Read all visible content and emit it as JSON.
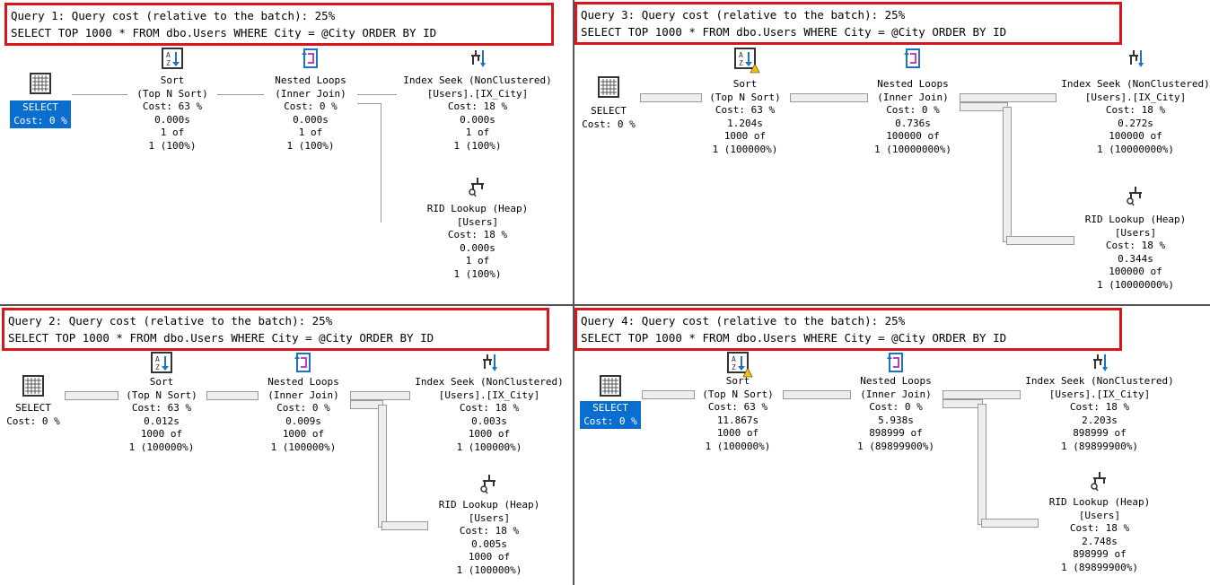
{
  "plans": [
    {
      "header": "Query 1: Query cost (relative to the batch): 25%",
      "sql": "SELECT TOP 1000 * FROM dbo.Users WHERE City = @City ORDER BY ID",
      "select_highlighted": true,
      "warning": false,
      "nodes": {
        "select": [
          "SELECT",
          "Cost: 0 %"
        ],
        "sort": [
          "Sort",
          "(Top N Sort)",
          "Cost: 63 %",
          "0.000s",
          "1 of",
          "1 (100%)"
        ],
        "nested": [
          "Nested Loops",
          "(Inner Join)",
          "Cost: 0 %",
          "0.000s",
          "1 of",
          "1 (100%)"
        ],
        "seek": [
          "Index Seek (NonClustered)",
          "[Users].[IX_City]",
          "Cost: 18 %",
          "0.000s",
          "1 of",
          "1 (100%)"
        ],
        "rid": [
          "RID Lookup (Heap)",
          "[Users]",
          "Cost: 18 %",
          "0.000s",
          "1 of",
          "1 (100%)"
        ]
      }
    },
    {
      "header": "Query 2: Query cost (relative to the batch): 25%",
      "sql": "SELECT TOP 1000 * FROM dbo.Users WHERE City = @City ORDER BY ID",
      "select_highlighted": false,
      "warning": false,
      "nodes": {
        "select": [
          "SELECT",
          "Cost: 0 %"
        ],
        "sort": [
          "Sort",
          "(Top N Sort)",
          "Cost: 63 %",
          "0.012s",
          "1000 of",
          "1 (100000%)"
        ],
        "nested": [
          "Nested Loops",
          "(Inner Join)",
          "Cost: 0 %",
          "0.009s",
          "1000 of",
          "1 (100000%)"
        ],
        "seek": [
          "Index Seek (NonClustered)",
          "[Users].[IX_City]",
          "Cost: 18 %",
          "0.003s",
          "1000 of",
          "1 (100000%)"
        ],
        "rid": [
          "RID Lookup (Heap)",
          "[Users]",
          "Cost: 18 %",
          "0.005s",
          "1000 of",
          "1 (100000%)"
        ]
      }
    },
    {
      "header": "Query 3: Query cost (relative to the batch): 25%",
      "sql": "SELECT TOP 1000 * FROM dbo.Users WHERE City = @City ORDER BY ID",
      "select_highlighted": false,
      "warning": true,
      "nodes": {
        "select": [
          "SELECT",
          "Cost: 0 %"
        ],
        "sort": [
          "Sort",
          "(Top N Sort)",
          "Cost: 63 %",
          "1.204s",
          "1000 of",
          "1 (100000%)"
        ],
        "nested": [
          "Nested Loops",
          "(Inner Join)",
          "Cost: 0 %",
          "0.736s",
          "100000 of",
          "1 (10000000%)"
        ],
        "seek": [
          "Index Seek (NonClustered)",
          "[Users].[IX_City]",
          "Cost: 18 %",
          "0.272s",
          "100000 of",
          "1 (10000000%)"
        ],
        "rid": [
          "RID Lookup (Heap)",
          "[Users]",
          "Cost: 18 %",
          "0.344s",
          "100000 of",
          "1 (10000000%)"
        ]
      }
    },
    {
      "header": "Query 4: Query cost (relative to the batch): 25%",
      "sql": "SELECT TOP 1000 * FROM dbo.Users WHERE City = @City ORDER BY ID",
      "select_highlighted": true,
      "warning": true,
      "nodes": {
        "select": [
          "SELECT",
          "Cost: 0 %"
        ],
        "sort": [
          "Sort",
          "(Top N Sort)",
          "Cost: 63 %",
          "11.867s",
          "1000 of",
          "1 (100000%)"
        ],
        "nested": [
          "Nested Loops",
          "(Inner Join)",
          "Cost: 0 %",
          "5.938s",
          "898999 of",
          "1 (89899900%)"
        ],
        "seek": [
          "Index Seek (NonClustered)",
          "[Users].[IX_City]",
          "Cost: 18 %",
          "2.203s",
          "898999 of",
          "1 (89899900%)"
        ],
        "rid": [
          "RID Lookup (Heap)",
          "[Users]",
          "Cost: 18 %",
          "2.748s",
          "898999 of",
          "1 (89899900%)"
        ]
      }
    }
  ],
  "colors": {
    "highlight": "#0a6ed1",
    "header_border": "#d9161c",
    "sort_icon_arrow": "#1e73be",
    "nested_icon": "#c040c0",
    "warning": "#f2c200"
  },
  "icons": {
    "select": "select-grid-icon",
    "sort": "sort-az-icon",
    "nested": "nested-loops-icon",
    "seek": "index-seek-icon",
    "rid": "rid-lookup-icon"
  }
}
